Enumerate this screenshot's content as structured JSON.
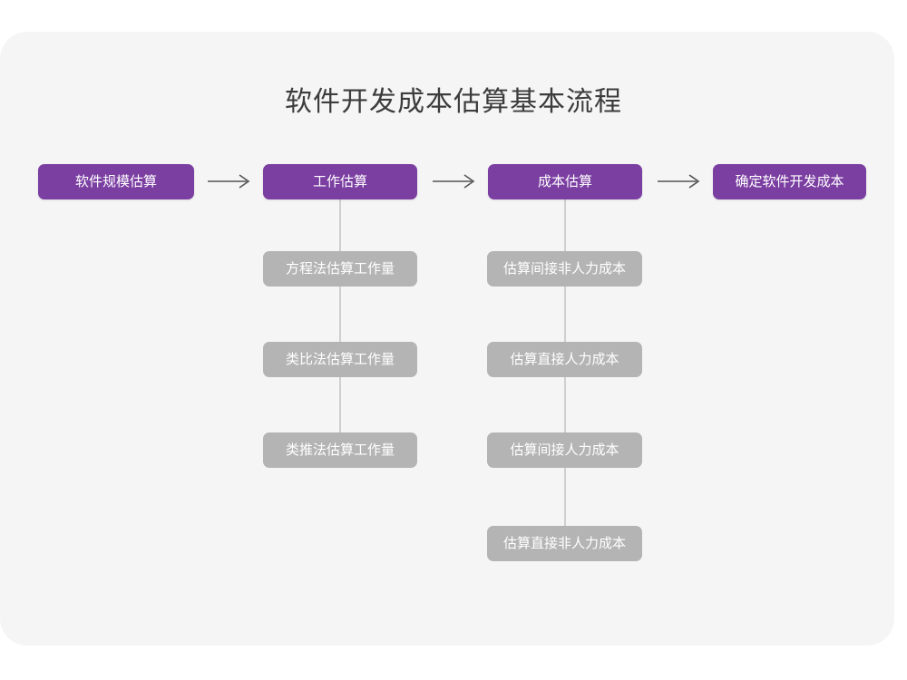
{
  "card": {
    "background_color": "#f5f5f5"
  },
  "title": "软件开发成本估算基本流程",
  "theme": {
    "stage_color": "#7b3fa2",
    "substep_color": "#b4b4b4",
    "title_color": "#3c3c3c",
    "connector_color": "#cfcfcf",
    "arrow_color": "#555555",
    "page_background": "#ffffff"
  },
  "chart_data": {
    "type": "diagram",
    "title": "软件开发成本估算基本流程",
    "flow_direction": "left-to-right",
    "stages": [
      {
        "id": "stage-1",
        "label": "软件规模估算",
        "substeps": []
      },
      {
        "id": "stage-2",
        "label": "工作估算",
        "substeps": [
          "方程法估算工作量",
          "类比法估算工作量",
          "类推法估算工作量"
        ]
      },
      {
        "id": "stage-3",
        "label": "成本估算",
        "substeps": [
          "估算间接非人力成本",
          "估算直接人力成本",
          "估算间接人力成本",
          "估算直接非人力成本"
        ]
      },
      {
        "id": "stage-4",
        "label": "确定软件开发成本",
        "substeps": []
      }
    ],
    "connectors": [
      {
        "from": "stage-1",
        "to": "stage-2",
        "type": "arrow"
      },
      {
        "from": "stage-2",
        "to": "stage-3",
        "type": "arrow"
      },
      {
        "from": "stage-3",
        "to": "stage-4",
        "type": "arrow"
      }
    ]
  },
  "stages": {
    "s1": {
      "label": "软件规模估算"
    },
    "s2": {
      "label": "工作估算"
    },
    "s3": {
      "label": "成本估算"
    },
    "s4": {
      "label": "确定软件开发成本"
    }
  },
  "col2": {
    "items": [
      {
        "label": "方程法估算工作量"
      },
      {
        "label": "类比法估算工作量"
      },
      {
        "label": "类推法估算工作量"
      }
    ]
  },
  "col3": {
    "items": [
      {
        "label": "估算间接非人力成本"
      },
      {
        "label": "估算直接人力成本"
      },
      {
        "label": "估算间接人力成本"
      },
      {
        "label": "估算直接非人力成本"
      }
    ]
  },
  "arrows": {
    "a1": {
      "name": "arrow-stage1-to-stage2"
    },
    "a2": {
      "name": "arrow-stage2-to-stage3"
    },
    "a3": {
      "name": "arrow-stage3-to-stage4"
    }
  }
}
